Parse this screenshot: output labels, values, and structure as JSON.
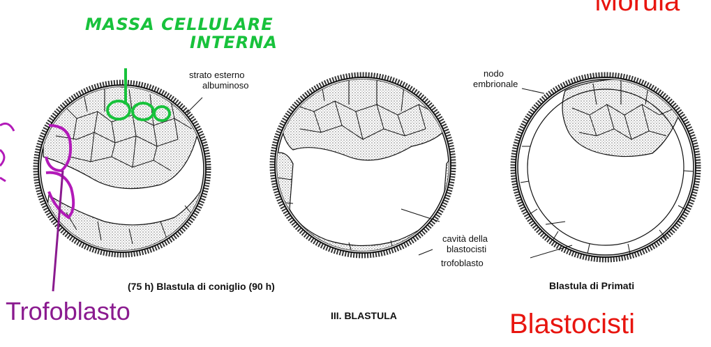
{
  "labels": {
    "morula": "Morula",
    "blastocisti": "Blastocisti",
    "trofoblasto_annot": "Trofoblasto",
    "massa_line1": "MASSA CELLULARE",
    "massa_line2": "INTERNA",
    "strato_line1": "strato esterno",
    "strato_line2": "albuminoso",
    "nodo_line1": "nodo",
    "nodo_line2": "embrionale",
    "cavita_line1": "cavità della",
    "cavita_line2": "blastocisti",
    "trofoblasto": "trofoblasto",
    "caption_left": "(75 h) Blastula di coniglio (90 h)",
    "caption_right": "Blastula di Primati",
    "caption_main": "III.  BLASTULA"
  },
  "colors": {
    "red": "#e8150f",
    "purple": "#8a1a8f",
    "green": "#18c23c",
    "ink": "#111111"
  }
}
